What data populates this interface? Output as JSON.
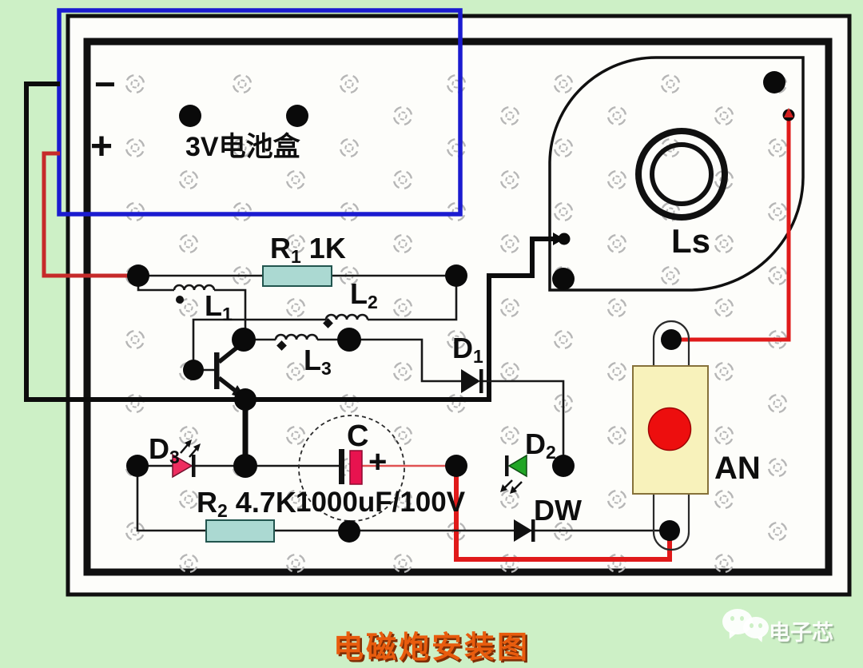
{
  "title": "电磁炮安装图",
  "watermark": {
    "brand": "电子芯"
  },
  "battery_box": {
    "label": "3V电池盒",
    "minus": "−",
    "plus": "+"
  },
  "components": {
    "r1": {
      "base": "R",
      "sub": "1",
      "value": " 1K"
    },
    "r2": {
      "base": "R",
      "sub": "2",
      "value": " 4.7K"
    },
    "l1": {
      "base": "L",
      "sub": "1"
    },
    "l2": {
      "base": "L",
      "sub": "2"
    },
    "l3": {
      "base": "L",
      "sub": "3"
    },
    "d1": {
      "base": "D",
      "sub": "1"
    },
    "d2": {
      "base": "D",
      "sub": "2"
    },
    "d3": {
      "base": "D",
      "sub": "3"
    },
    "dw": {
      "label": "DW"
    },
    "an": {
      "label": "AN"
    },
    "ls": {
      "label": "Ls"
    },
    "cap": {
      "label": "C",
      "plus": "+",
      "value": "1000uF/100V"
    }
  },
  "colors": {
    "background": "#cdf0c6",
    "board": "#fdfdfa",
    "battery_outline": "#1b1bd0",
    "wire_red": "#d32020",
    "resistor_fill": "#abd9d2",
    "cap_plate_red": "#e8134f",
    "led_d3": "#ee2e60",
    "led_d2": "#21a626",
    "button_body": "#f8f2bb",
    "button_cap": "#ed0e0e",
    "title_color": "#e85c0e"
  }
}
